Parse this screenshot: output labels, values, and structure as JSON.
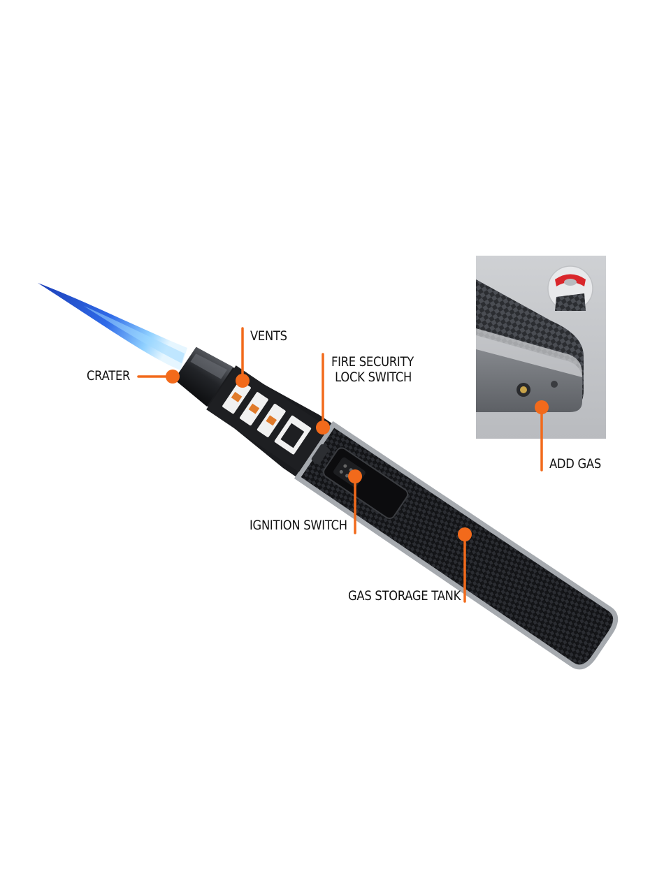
{
  "labels": {
    "crater": "CRATER",
    "vents": "VENTS",
    "fire_security_line1": "FIRE SECURITY",
    "fire_security_line2": "LOCK SWITCH",
    "ignition_switch": "IGNITION SWITCH",
    "gas_storage_tank": "GAS STORAGE TANK",
    "add_gas": "ADD GAS"
  },
  "colors": {
    "callout": "#f26a1b",
    "flame": "#2f5cd6",
    "body": "#1b1c1f",
    "carbon_trim": "#9fa3a8",
    "text": "#111111"
  },
  "icons": {
    "product": "butane-torch-lighter-icon",
    "inset": "gas-refill-port-icon"
  }
}
